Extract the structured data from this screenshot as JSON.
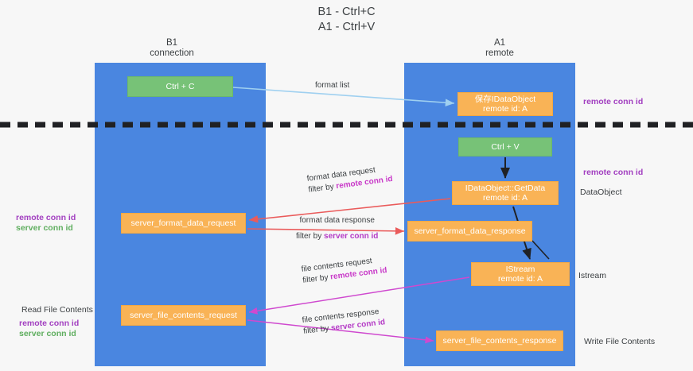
{
  "title": "B1 - Ctrl+C\nA1 - Ctrl+V",
  "columns": {
    "left": "B1\nconnection",
    "right": "A1\nremote"
  },
  "boxes": {
    "ctrl_c": "Ctrl + C",
    "save_idataobject": "保存IDataObject\nremote id: A",
    "ctrl_v": "Ctrl + V",
    "getdata": "IDataObject::GetData\nremote id: A",
    "server_format_data_request": "server_format_data_request",
    "server_format_data_response": "server_format_data_response",
    "istream": "IStream\nremote id: A",
    "server_file_contents_request": "server_file_contents_request",
    "server_file_contents_response": "server_file_contents_response"
  },
  "notes": {
    "remote_conn_id_top": "remote conn id",
    "remote_conn_id_mid": "remote conn id",
    "dataobject": "DataObject",
    "istream": "Istream",
    "write_file_contents": "Write File Contents",
    "read_file_contents": "Read File Contents",
    "remote_conn_id_left_1": "remote conn id",
    "server_conn_id_left_1": "server conn id",
    "remote_conn_id_left_2": "remote conn id",
    "server_conn_id_left_2": "server conn id"
  },
  "arrow_labels": {
    "format_list": "format list",
    "format_data_request": "format data request",
    "format_data_request_filter_prefix": "filter by ",
    "format_data_request_filter_key": "remote conn id",
    "format_data_response": "format data response",
    "format_data_response_filter_prefix": "filter by ",
    "format_data_response_filter_key": "server conn id",
    "file_contents_request": "file contents request",
    "file_contents_request_filter_prefix": "filter by ",
    "file_contents_request_filter_key": "remote conn id",
    "file_contents_response": "file contents response",
    "file_contents_response_filter_prefix": "filter by ",
    "file_contents_response_filter_key": "server conn id"
  },
  "colors": {
    "lane": "#4a86e0",
    "green_box": "#77c277",
    "orange_box": "#f9b356",
    "purple_text": "#a23fc0",
    "green_text": "#5fae5f",
    "red_arrow": "#ea5b5b",
    "magenta_arrow": "#cf49cf",
    "light_blue_arrow": "#9fd0f0",
    "dark_arrow": "#202124",
    "background": "#f7f7f7"
  }
}
